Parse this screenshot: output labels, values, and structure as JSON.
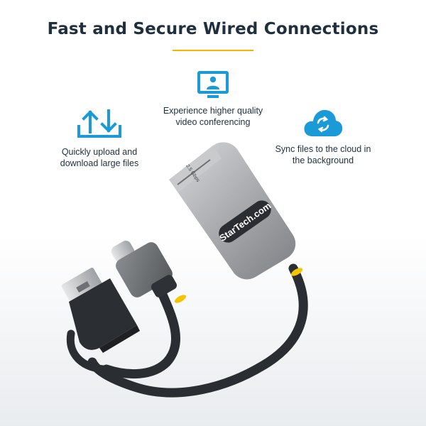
{
  "header": {
    "title": "Fast and Secure Wired Connections",
    "accent_color": "#f4b400"
  },
  "features": [
    {
      "icon": "upload-download-icon",
      "line1": "Quickly upload and",
      "line2": "download large files"
    },
    {
      "icon": "monitor-user-icon",
      "line1": "Experience higher quality",
      "line2": "video conferencing"
    },
    {
      "icon": "cloud-sync-icon",
      "line1": "Sync files to the cloud in",
      "line2": "the background"
    }
  ],
  "product": {
    "brand_label": "StarTech.com",
    "speed_label": "2.5 Gbps",
    "icon_color": "#1a9ad6",
    "cable_accent": "#f4c400"
  }
}
